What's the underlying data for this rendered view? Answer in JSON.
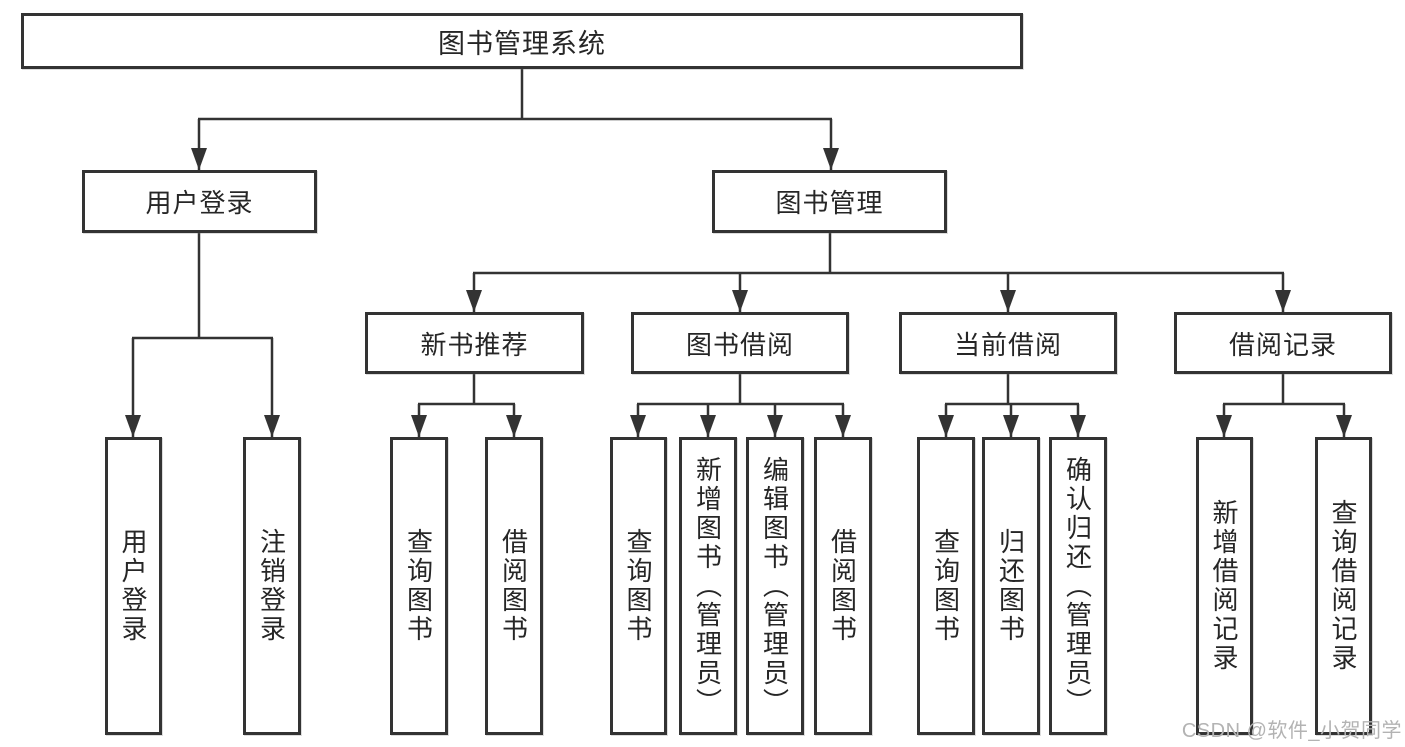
{
  "diagram": {
    "root": {
      "label": "图书管理系统",
      "children": [
        {
          "label": "用户登录",
          "children": [
            {
              "label": "用户登录"
            },
            {
              "label": "注销登录"
            }
          ]
        },
        {
          "label": "图书管理",
          "children": [
            {
              "label": "新书推荐",
              "children": [
                {
                  "label": "查询图书"
                },
                {
                  "label": "借阅图书"
                }
              ]
            },
            {
              "label": "图书借阅",
              "children": [
                {
                  "label": "查询图书"
                },
                {
                  "label": "新增图书（管理员）"
                },
                {
                  "label": "编辑图书（管理员）"
                },
                {
                  "label": "借阅图书"
                }
              ]
            },
            {
              "label": "当前借阅",
              "children": [
                {
                  "label": "查询图书"
                },
                {
                  "label": "归还图书"
                },
                {
                  "label": "确认归还（管理员）"
                }
              ]
            },
            {
              "label": "借阅记录",
              "children": [
                {
                  "label": "新增借阅记录"
                },
                {
                  "label": "查询借阅记录"
                }
              ]
            }
          ]
        }
      ]
    }
  },
  "watermark": {
    "text": "CSDN @软件_小贺同学"
  },
  "colors": {
    "line": "#333333",
    "box_border": "#333333",
    "box_background": "#ffffff",
    "label_text": "#262626",
    "watermark_text": "#b3b3b3",
    "page_background": "#ffffff"
  }
}
